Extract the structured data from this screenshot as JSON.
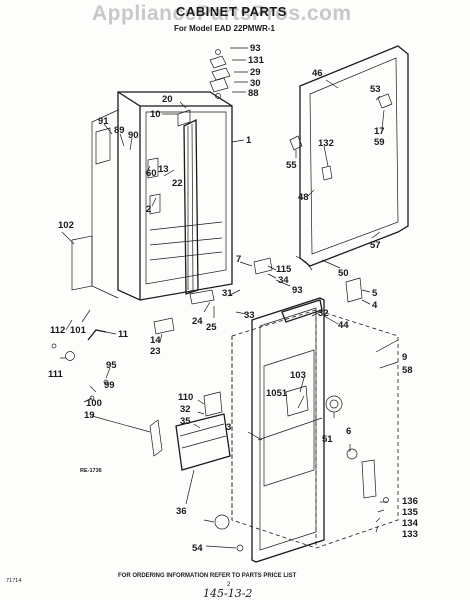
{
  "watermark": "AppliancePartsPros.com",
  "header": {
    "title": "CABINET PARTS",
    "subtitle": "For Model EAD 22PMWR-1"
  },
  "diagram_code": "RE-1736",
  "footer": {
    "note": "FOR ORDERING INFORMATION REFER TO PARTS PRICE LIST",
    "page_number": "2",
    "left_code": "71714",
    "handwritten": "145-13-2"
  },
  "part_labels": [
    "93",
    "131",
    "29",
    "30",
    "88",
    "20",
    "10",
    "1",
    "91",
    "89",
    "90",
    "60",
    "13",
    "22",
    "2",
    "46",
    "53",
    "17",
    "59",
    "55",
    "132",
    "48",
    "57",
    "50",
    "102",
    "7",
    "115",
    "34",
    "93",
    "5",
    "4",
    "31",
    "24",
    "25",
    "33",
    "32",
    "44",
    "9",
    "58",
    "112",
    "101",
    "11",
    "14",
    "23",
    "111",
    "95",
    "99",
    "100",
    "19",
    "110",
    "32",
    "35",
    "103",
    "1051",
    "6",
    "3",
    "51",
    "36",
    "54",
    "136",
    "135",
    "134",
    "133"
  ]
}
